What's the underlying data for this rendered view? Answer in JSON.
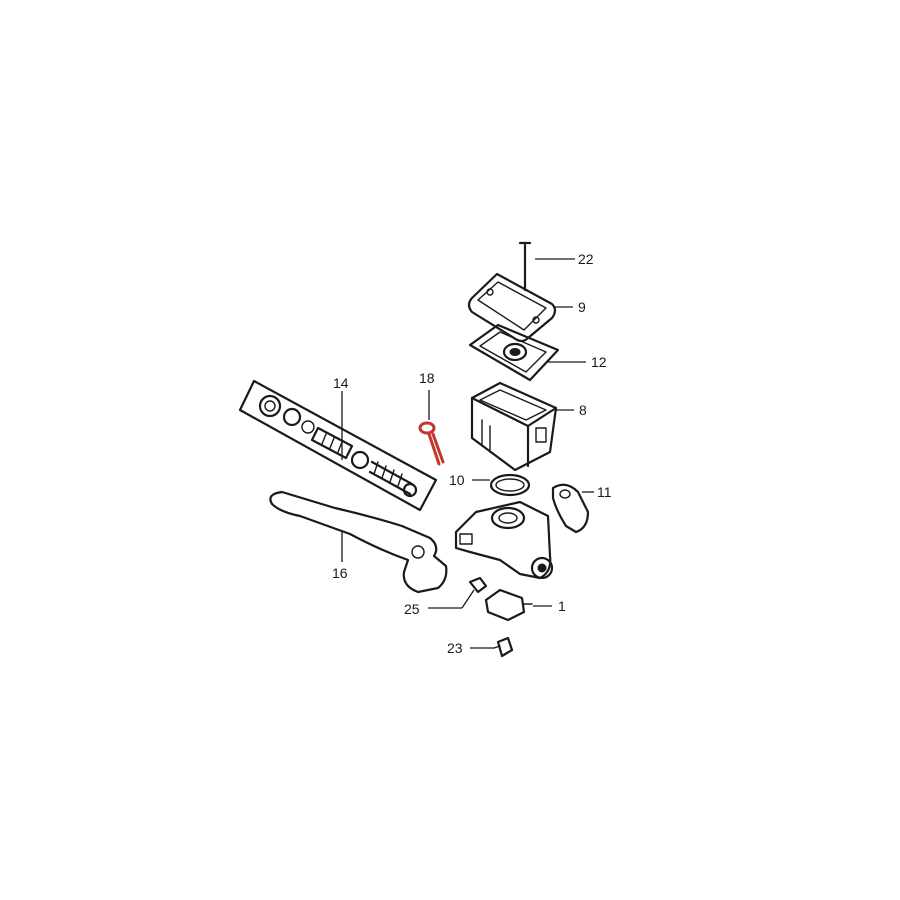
{
  "diagram": {
    "highlight_color": "#c0392b",
    "ink_color": "#1a1a1a",
    "background": "#ffffff",
    "callouts": [
      {
        "id": "22",
        "label": "22"
      },
      {
        "id": "9",
        "label": "9"
      },
      {
        "id": "12",
        "label": "12"
      },
      {
        "id": "8",
        "label": "8"
      },
      {
        "id": "18",
        "label": "18"
      },
      {
        "id": "14",
        "label": "14"
      },
      {
        "id": "10",
        "label": "10"
      },
      {
        "id": "11",
        "label": "11"
      },
      {
        "id": "16",
        "label": "16"
      },
      {
        "id": "25",
        "label": "25"
      },
      {
        "id": "1",
        "label": "1"
      },
      {
        "id": "23",
        "label": "23"
      }
    ]
  }
}
